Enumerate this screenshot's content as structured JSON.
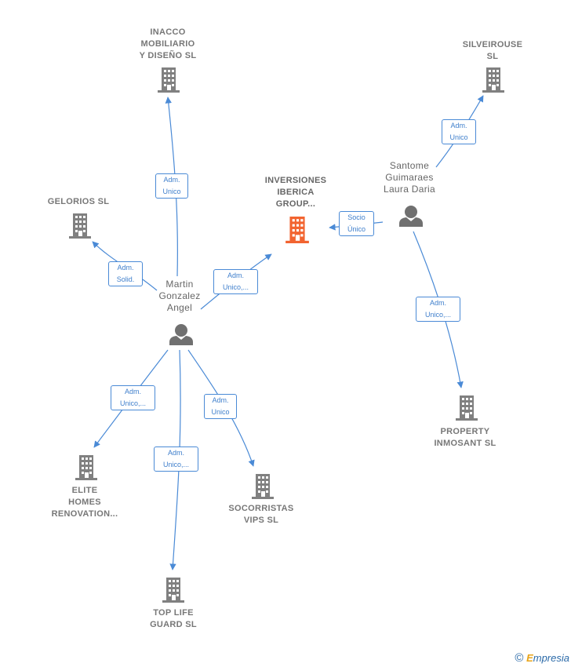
{
  "nodes": {
    "inacco": {
      "label": "INACCO\nMOBILIARIO\nY DISEÑO  SL",
      "kind": "company"
    },
    "silveirouse": {
      "label": "SILVEIROUSE\nSL",
      "kind": "company"
    },
    "inversiones": {
      "label": "INVERSIONES\nIBERICA\nGROUP...",
      "kind": "company-focus"
    },
    "gelorios": {
      "label": "GELORIOS  SL",
      "kind": "company"
    },
    "santome": {
      "label": "Santome\nGuimaraes\nLaura Daria",
      "kind": "person"
    },
    "martin": {
      "label": "Martin\nGonzalez\nAngel",
      "kind": "person"
    },
    "property": {
      "label": "PROPERTY\nINMOSANT  SL",
      "kind": "company"
    },
    "elite": {
      "label": "ELITE\nHOMES\nRENOVATION...",
      "kind": "company"
    },
    "socorristas": {
      "label": "SOCORRISTAS\nVIPS  SL",
      "kind": "company"
    },
    "toplife": {
      "label": "TOP LIFE\nGUARD  SL",
      "kind": "company"
    }
  },
  "edges": {
    "martin_inacco": "Adm.\nUnico",
    "martin_gelorios": "Adm.\nSolid.",
    "martin_inversiones": "Adm.\nUnico,...",
    "santome_silveirouse": "Adm.\nUnico",
    "santome_inversiones": "Socio\nÚnico",
    "santome_property": "Adm.\nUnico,...",
    "martin_elite": "Adm.\nUnico,...",
    "martin_toplife": "Adm.\nUnico,...",
    "martin_socorristas": "Adm.\nUnico"
  },
  "colors": {
    "edge": "#4a8ad6",
    "company_icon": "#808080",
    "focus_icon": "#f26430",
    "person_icon": "#707070"
  },
  "icons": {
    "company": "building-icon",
    "person": "person-icon"
  },
  "footer": {
    "copyright": "©",
    "brand_initial": "E",
    "brand_rest": "mpresia"
  }
}
